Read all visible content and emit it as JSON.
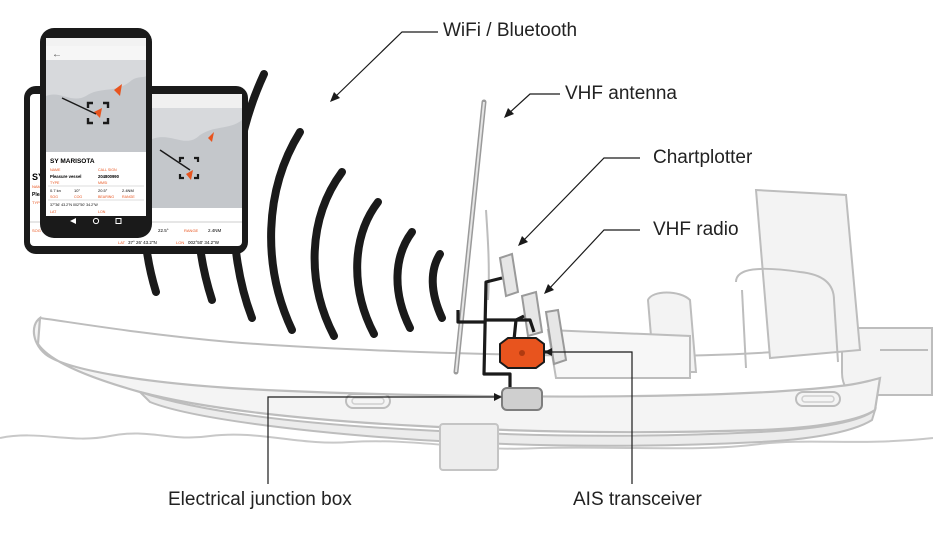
{
  "callouts": {
    "wifi": "WiFi / Bluetooth",
    "vhf_antenna": "VHF antenna",
    "chartplotter": "Chartplotter",
    "vhf_radio": "VHF radio",
    "junction_box": "Electrical junction box",
    "ais_transceiver": "AIS transceiver"
  },
  "phone_front": {
    "vessel_name": "SY MARISOTA",
    "name_label": "NAME",
    "name_value": "Pleasure vessel",
    "callsign_label": "CALL SIGN",
    "callsign_value": "204800990",
    "type_label": "TYPE",
    "mmsi_label": "MMSI",
    "row1": [
      "0.7 kn",
      "10°",
      "20.5°",
      "2.4NM"
    ],
    "sog_label": "SOG",
    "cog_label": "COG",
    "bearing_label": "BEARING",
    "range_label": "RANGE",
    "lat_label": "LAT",
    "lon_label": "LON",
    "coords": "37°36' 43.2\"N    002°50' 34.2\"W"
  },
  "phone_back": {
    "sy_partial": "SY",
    "name_label": "NAME",
    "name_partial": "Plea",
    "type_label": "TYPE",
    "sog_label": "SOG",
    "bearing_value": "22.5°",
    "range_label": "RANGE",
    "range_value": "2.4NM",
    "lat_label": "LAT",
    "lat_value": "37° 26' 43.2\"N",
    "lon_label": "LON",
    "lon_value": "002°50' 34.2\"W"
  },
  "colors": {
    "accent": "#e8541e",
    "boat_stroke": "#bdbdbd",
    "boat_fill": "#f2f2f2",
    "wire": "#1a1a1a"
  }
}
